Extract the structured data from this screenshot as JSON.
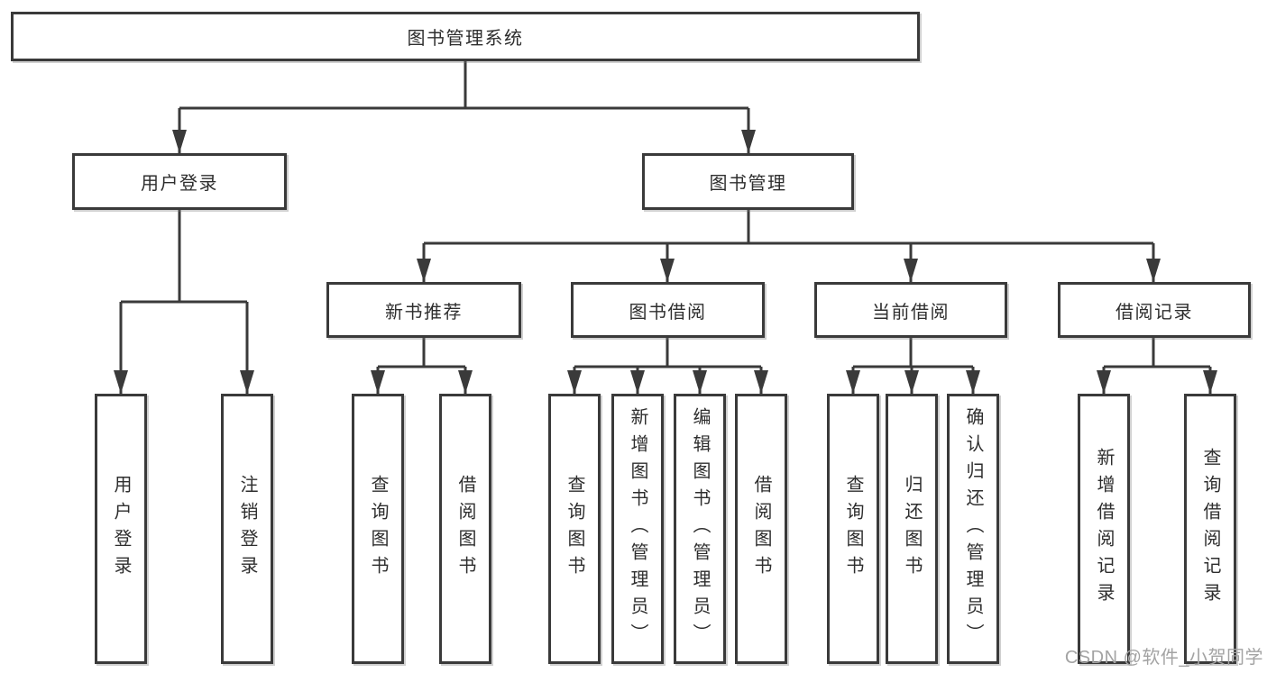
{
  "tree": {
    "root": {
      "label": "图书管理系统"
    },
    "branches": [
      {
        "label": "用户登录",
        "children": [
          {
            "label": "用户登录"
          },
          {
            "label": "注销登录"
          }
        ]
      },
      {
        "label": "图书管理",
        "children": [
          {
            "label": "新书推荐",
            "children": [
              {
                "label": "查询图书"
              },
              {
                "label": "借阅图书"
              }
            ]
          },
          {
            "label": "图书借阅",
            "children": [
              {
                "label": "查询图书"
              },
              {
                "label": "新增图书（管理员）"
              },
              {
                "label": "编辑图书（管理员）"
              },
              {
                "label": "借阅图书"
              }
            ]
          },
          {
            "label": "当前借阅",
            "children": [
              {
                "label": "查询图书"
              },
              {
                "label": "归还图书"
              },
              {
                "label": "确认归还（管理员）"
              }
            ]
          },
          {
            "label": "借阅记录",
            "children": [
              {
                "label": "新增借阅记录"
              },
              {
                "label": "查询借阅记录"
              }
            ]
          }
        ]
      }
    ]
  },
  "watermark": {
    "text": "CSDN @软件_小贺同学"
  },
  "colors": {
    "line": "#3a3a3a",
    "text": "#2e2e2e",
    "background": "#ffffff",
    "watermark": "#a3a3a3"
  }
}
